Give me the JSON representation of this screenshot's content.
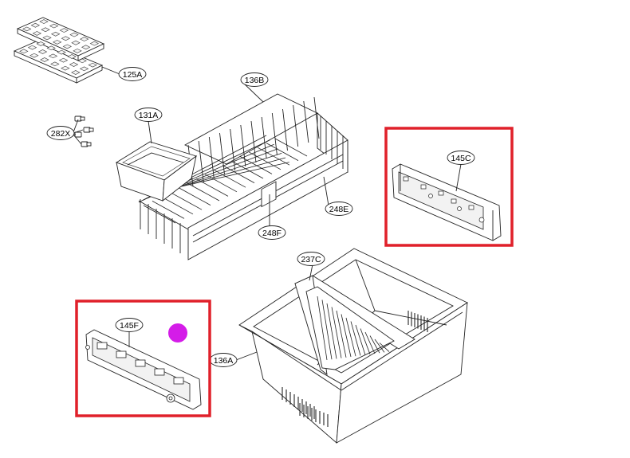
{
  "labels": {
    "ice_trays": "125A",
    "screws": "282X",
    "bin_small": "131A",
    "basket": "136B",
    "rail_right_upper": "248E",
    "rail_lower": "248F",
    "bracket_right": "145C",
    "divider": "237C",
    "drawer": "136A",
    "bracket_left": "145F"
  },
  "highlight": {
    "box_color": "#e0202a",
    "dot_color": "#d41ce8"
  }
}
